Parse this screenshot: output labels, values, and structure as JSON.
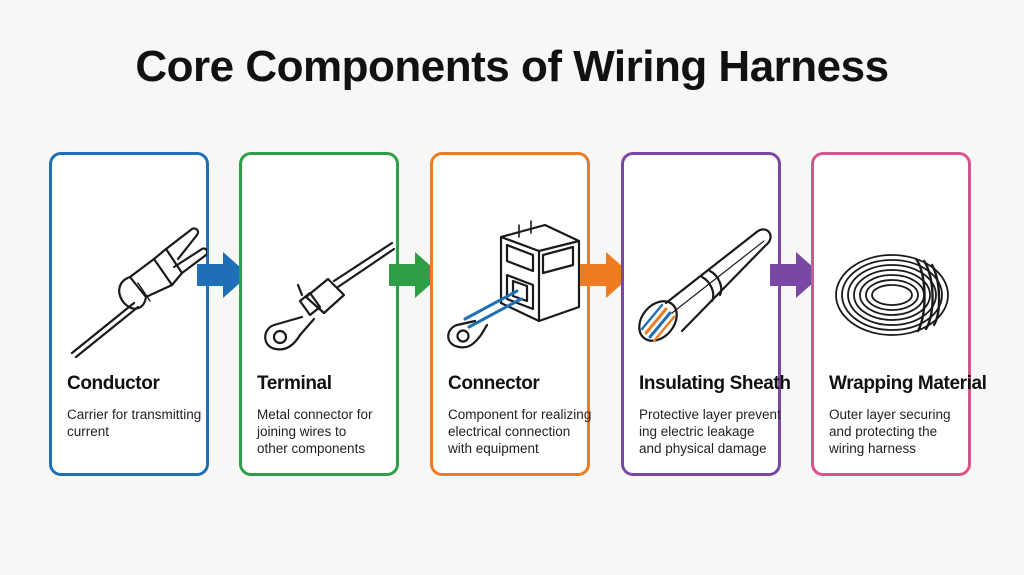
{
  "title": "Core Components of Wiring Harness",
  "colors": {
    "blue": "#1f6fb8",
    "green": "#2e9e47",
    "orange": "#ee7a22",
    "purple": "#7a47a6",
    "pink": "#d9548d"
  },
  "cards": [
    {
      "name": "Conductor",
      "icon": "plug-cable-icon",
      "desc": [
        "Carrier for transmitting",
        "current"
      ]
    },
    {
      "name": "Terminal",
      "icon": "ring-terminal-icon",
      "desc": [
        "Metal connector for",
        "joining wires to",
        "other components"
      ]
    },
    {
      "name": "Connector",
      "icon": "connector-housing-icon",
      "desc": [
        "Component for realizing",
        "electrical connection",
        "with equipment"
      ]
    },
    {
      "name": "Insulating Sheath",
      "icon": "insulated-cable-icon",
      "desc": [
        "Protective layer prevent",
        "ing electric leakage",
        "and physical damage"
      ]
    },
    {
      "name": "Wrapping Material",
      "icon": "coiled-wire-icon",
      "desc": [
        "Outer layer securing",
        "and protecting the",
        "wiring harness"
      ]
    }
  ],
  "arrows": [
    "right-arrow-icon",
    "right-arrow-icon",
    "right-arrow-icon",
    "right-arrow-icon"
  ]
}
